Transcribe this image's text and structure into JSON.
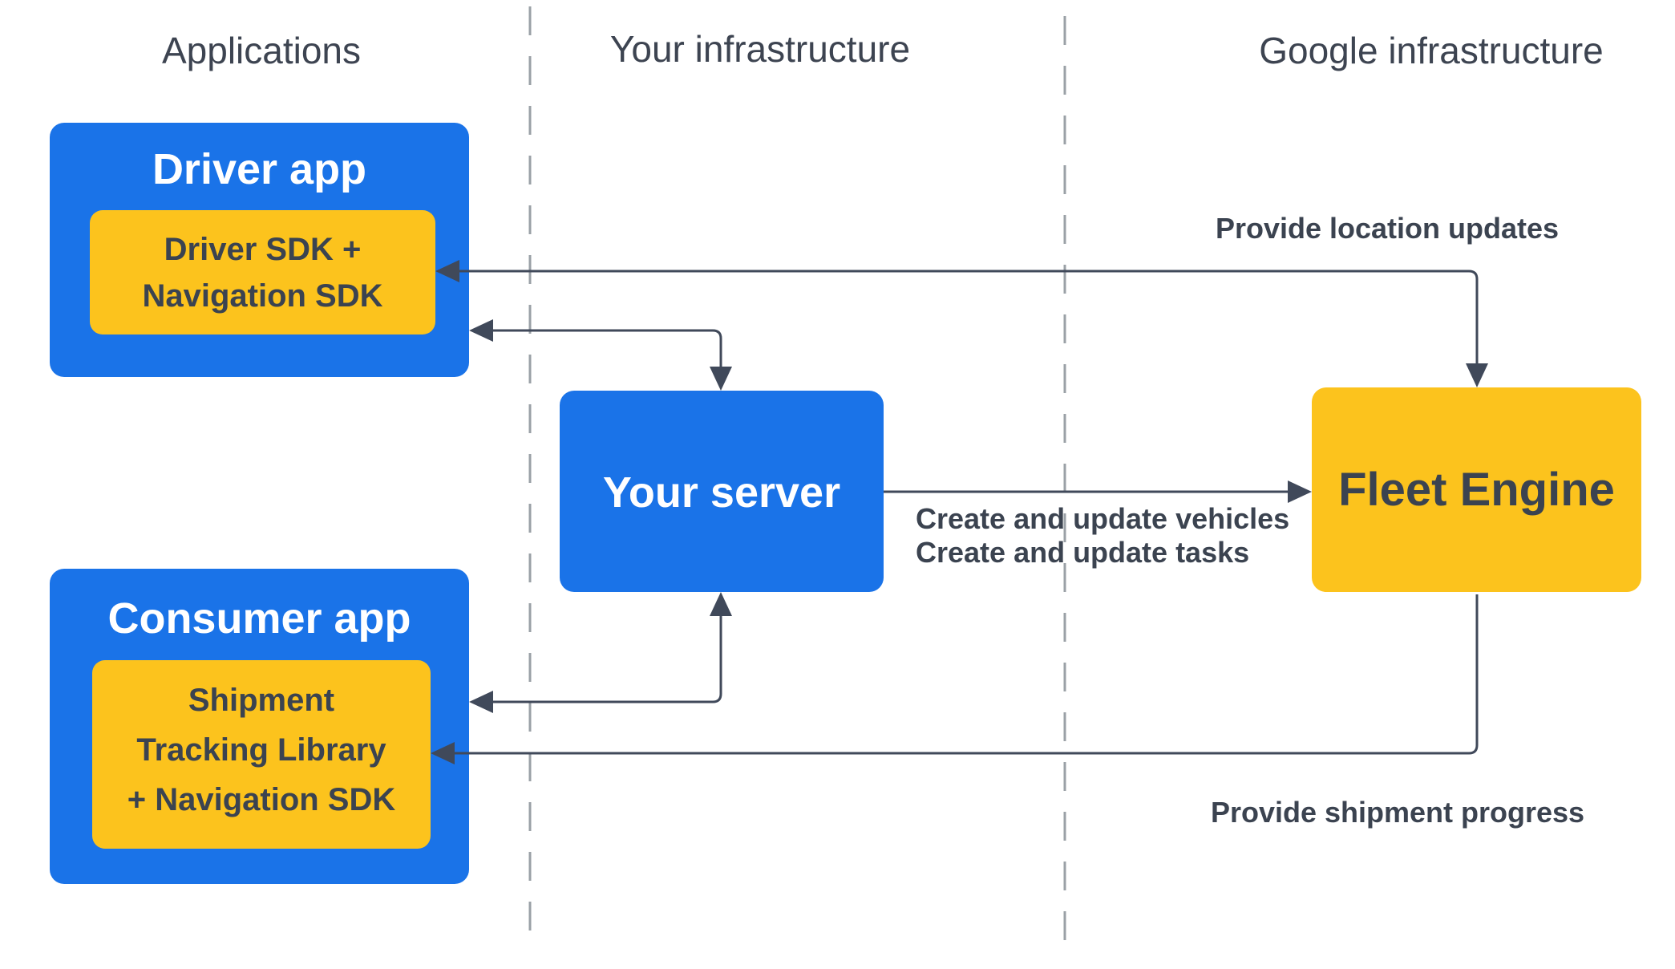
{
  "headers": {
    "applications": "Applications",
    "your_infrastructure": "Your infrastructure",
    "google_infrastructure": "Google infrastructure"
  },
  "boxes": {
    "driver_app": {
      "title": "Driver app",
      "sdk_line1": "Driver SDK +",
      "sdk_line2": "Navigation SDK"
    },
    "consumer_app": {
      "title": "Consumer app",
      "lib_line1": "Shipment",
      "lib_line2": "Tracking Library",
      "lib_line3": "+ Navigation SDK"
    },
    "your_server": {
      "title": "Your server"
    },
    "fleet_engine": {
      "title": "Fleet Engine"
    }
  },
  "edge_labels": {
    "provide_location_updates": "Provide location updates",
    "create_update_vehicles": "Create and update vehicles",
    "create_update_tasks": "Create and update tasks",
    "provide_shipment_progress": "Provide shipment progress"
  },
  "colors": {
    "box_blue": "#1a73e8",
    "box_yellow": "#fcc31d",
    "arrow_line": "#40495a",
    "column_divider": "#9aa0a6",
    "text_dark": "#3b4350",
    "text_light": "#ffffff"
  }
}
